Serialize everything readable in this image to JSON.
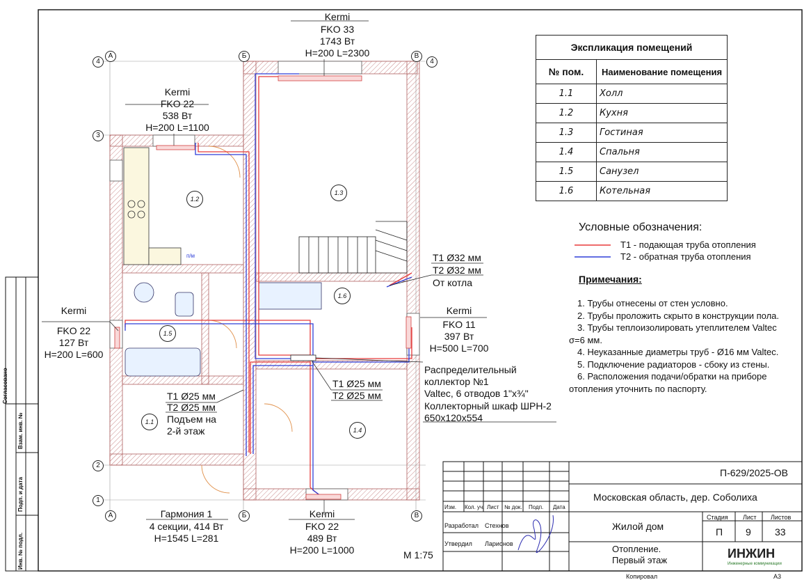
{
  "radiators": {
    "top": {
      "brand": "Kermi",
      "model": "FKO 33",
      "power": "1743 Вт",
      "size": "H=200 L=2300"
    },
    "kitchen": {
      "brand": "Kermi",
      "model": "FKO 22",
      "power": "538 Вт",
      "size": "H=200 L=1100"
    },
    "left": {
      "brand": "Kermi",
      "model": "FKO 22",
      "power": "127 Вт",
      "size": "H=200 L=600"
    },
    "right": {
      "brand": "Kermi",
      "model": "FKO 11",
      "power": "397 Вт",
      "size": "H=500 L=700"
    },
    "bottom": {
      "brand": "Kermi",
      "model": "FKO 22",
      "power": "489 Вт",
      "size": "H=200 L=1000"
    },
    "garmonia": {
      "model": "Гармония 1",
      "power": "4 секции, 414 Вт",
      "size": "H=1545 L=281"
    }
  },
  "pipe_labels": {
    "boiler": {
      "t1": "T1 Ø32 мм",
      "t2": "T2 Ø32 мм",
      "note": "От котла"
    },
    "riser": {
      "t1": "T1 Ø25 мм",
      "t2": "T2 Ø25 мм",
      "note1": "Подъем на",
      "note2": "2-й этаж"
    },
    "collector_out": {
      "t1": "T1 Ø25 мм",
      "t2": "T2 Ø25 мм"
    }
  },
  "collector": {
    "line1": "Распределительный",
    "line2": "коллектор №1",
    "line3": "Valtec, 6 отводов 1\"x¾\"",
    "line4": "Коллекторный шкаф ШРН-2",
    "line5": "650x120x554"
  },
  "axes": {
    "a": "А",
    "b": "Б",
    "v": "В",
    "n1": "1",
    "n2": "2",
    "n3": "3",
    "n4": "4"
  },
  "rooms": {
    "r1": "1.1",
    "r2": "1.2",
    "r3": "1.3",
    "r4": "1.4",
    "r5": "1.5",
    "r6": "1.6"
  },
  "fixture_label": "п/м",
  "explication": {
    "title": "Экспликация помещений",
    "col_num": "№ пом.",
    "col_name": "Наименование помещения",
    "rows": [
      {
        "num": "1.1",
        "name": "Холл"
      },
      {
        "num": "1.2",
        "name": "Кухня"
      },
      {
        "num": "1.3",
        "name": "Гостиная"
      },
      {
        "num": "1.4",
        "name": "Спальня"
      },
      {
        "num": "1.5",
        "name": "Санузел"
      },
      {
        "num": "1.6",
        "name": "Котельная"
      }
    ]
  },
  "legend": {
    "title": "Условные обозначения:",
    "t1": "T1 - подающая труба отопления",
    "t2": "T2 - обратная труба отопления",
    "t1_color": "#e83a3a",
    "t2_color": "#2f3fd8"
  },
  "notes": {
    "title": "Примечания:",
    "items": [
      "1.    Трубы отнесены от стен условно.",
      "2.    Трубы проложить скрыто в конструкции пола.",
      "3.    Трубы теплоизолировать утеплителем Valtec σ=6 мм.",
      "4.    Неуказанные диаметры труб - Ø16 мм Valtec.",
      "5.    Подключение радиаторов - сбоку из стены.",
      "6.    Расположения подачи/обратки на приборе отопления уточнить по паспорту."
    ]
  },
  "scale": "М 1:75",
  "title_block": {
    "code": "П-629/2025-ОВ",
    "location": "Московская область, дер. Соболиха",
    "object": "Жилой дом",
    "sheet_title1": "Отопление.",
    "sheet_title2": "Первый этаж",
    "stage_label": "Стадия",
    "sheet_label": "Лист",
    "sheets_label": "Листов",
    "stage": "П",
    "sheet": "9",
    "sheets": "33",
    "col_izm": "Изм.",
    "col_kol": "Кол. уч.",
    "col_list": "Лист",
    "col_doc": "№ док.",
    "col_sign": "Подп.",
    "col_date": "Дата",
    "role1": "Разработал",
    "name1": "Стехнов",
    "role2": "Утвердил",
    "name2": "Ларионов",
    "logo": "ИНЖИН",
    "logo_sub": "Инженерные коммуникации",
    "copied": "Копировал",
    "format": "А3"
  },
  "side_stamp": {
    "agreed": "Согласовано",
    "inv_replace": "Взам. инв. №",
    "sign_date": "Подп. и дата",
    "inv_orig": "Инв. № подл."
  }
}
